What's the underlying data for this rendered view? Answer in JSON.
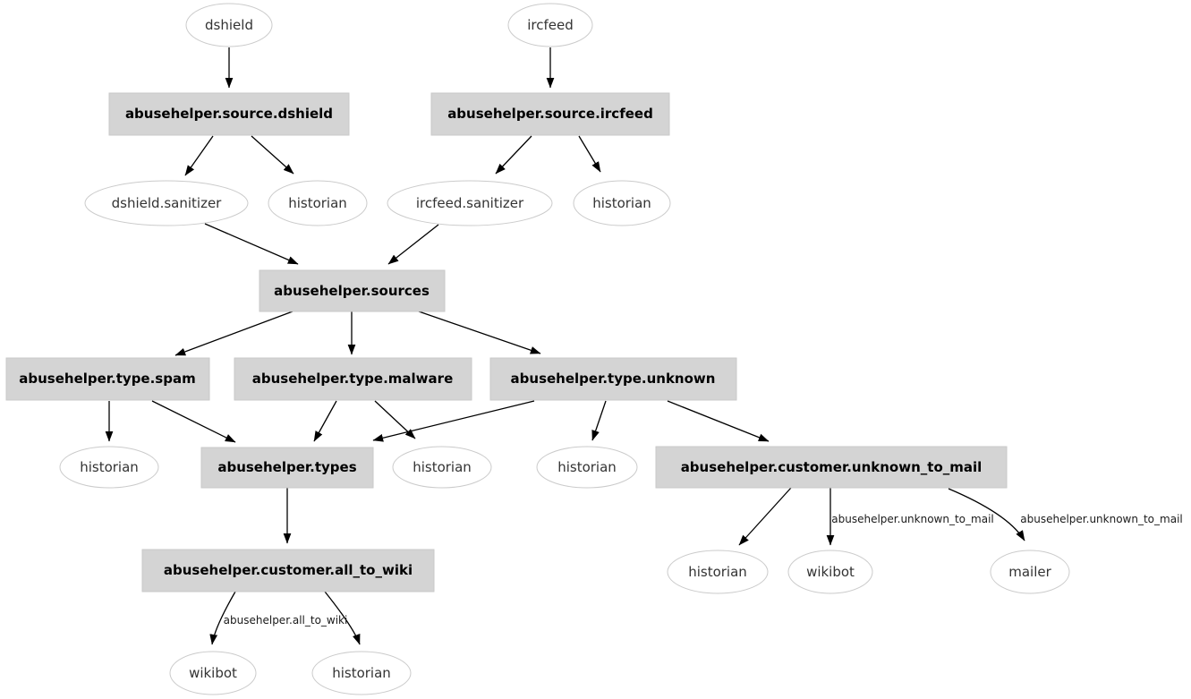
{
  "colors": {
    "background": "#ffffff",
    "box_fill": "#d4d4d4",
    "box_stroke": "#c9c9c9",
    "box_text": "#000000",
    "ellipse_fill": "#ffffff",
    "ellipse_stroke": "#cbcbcb",
    "ellipse_text": "#333333",
    "edge": "#000000",
    "edge_label_text": "#1a1a1a"
  },
  "nodes": {
    "feed_dshield": {
      "label": "dshield",
      "shape": "ellipse"
    },
    "feed_ircfeed": {
      "label": "ircfeed",
      "shape": "ellipse"
    },
    "source_dshield": {
      "label": "abusehelper.source.dshield",
      "shape": "box"
    },
    "source_ircfeed": {
      "label": "abusehelper.source.ircfeed",
      "shape": "box"
    },
    "dshield_sanitizer": {
      "label": "dshield.sanitizer",
      "shape": "ellipse"
    },
    "historian_src_dshield": {
      "label": "historian",
      "shape": "ellipse"
    },
    "ircfeed_sanitizer": {
      "label": "ircfeed.sanitizer",
      "shape": "ellipse"
    },
    "historian_src_ircfeed": {
      "label": "historian",
      "shape": "ellipse"
    },
    "sources": {
      "label": "abusehelper.sources",
      "shape": "box"
    },
    "type_spam": {
      "label": "abusehelper.type.spam",
      "shape": "box"
    },
    "type_malware": {
      "label": "abusehelper.type.malware",
      "shape": "box"
    },
    "type_unknown": {
      "label": "abusehelper.type.unknown",
      "shape": "box"
    },
    "historian_spam": {
      "label": "historian",
      "shape": "ellipse"
    },
    "types": {
      "label": "abusehelper.types",
      "shape": "box"
    },
    "historian_malware": {
      "label": "historian",
      "shape": "ellipse"
    },
    "historian_unknown": {
      "label": "historian",
      "shape": "ellipse"
    },
    "unknown_to_mail": {
      "label": "abusehelper.customer.unknown_to_mail",
      "shape": "box"
    },
    "historian_utm": {
      "label": "historian",
      "shape": "ellipse"
    },
    "wikibot_utm": {
      "label": "wikibot",
      "shape": "ellipse"
    },
    "mailer": {
      "label": "mailer",
      "shape": "ellipse"
    },
    "all_to_wiki": {
      "label": "abusehelper.customer.all_to_wiki",
      "shape": "box"
    },
    "wikibot_atw": {
      "label": "wikibot",
      "shape": "ellipse"
    },
    "historian_atw": {
      "label": "historian",
      "shape": "ellipse"
    }
  },
  "edges": [
    {
      "from": "feed_dshield",
      "to": "source_dshield",
      "label": ""
    },
    {
      "from": "feed_ircfeed",
      "to": "source_ircfeed",
      "label": ""
    },
    {
      "from": "source_dshield",
      "to": "dshield_sanitizer",
      "label": ""
    },
    {
      "from": "source_dshield",
      "to": "historian_src_dshield",
      "label": ""
    },
    {
      "from": "source_ircfeed",
      "to": "ircfeed_sanitizer",
      "label": ""
    },
    {
      "from": "source_ircfeed",
      "to": "historian_src_ircfeed",
      "label": ""
    },
    {
      "from": "dshield_sanitizer",
      "to": "sources",
      "label": ""
    },
    {
      "from": "ircfeed_sanitizer",
      "to": "sources",
      "label": ""
    },
    {
      "from": "sources",
      "to": "type_spam",
      "label": ""
    },
    {
      "from": "sources",
      "to": "type_malware",
      "label": ""
    },
    {
      "from": "sources",
      "to": "type_unknown",
      "label": ""
    },
    {
      "from": "type_spam",
      "to": "historian_spam",
      "label": ""
    },
    {
      "from": "type_spam",
      "to": "types",
      "label": ""
    },
    {
      "from": "type_malware",
      "to": "types",
      "label": ""
    },
    {
      "from": "type_malware",
      "to": "historian_malware",
      "label": ""
    },
    {
      "from": "type_unknown",
      "to": "types",
      "label": ""
    },
    {
      "from": "type_unknown",
      "to": "historian_unknown",
      "label": ""
    },
    {
      "from": "type_unknown",
      "to": "unknown_to_mail",
      "label": ""
    },
    {
      "from": "types",
      "to": "all_to_wiki",
      "label": ""
    },
    {
      "from": "unknown_to_mail",
      "to": "historian_utm",
      "label": ""
    },
    {
      "from": "unknown_to_mail",
      "to": "wikibot_utm",
      "label": "abusehelper.unknown_to_mail"
    },
    {
      "from": "unknown_to_mail",
      "to": "mailer",
      "label": "abusehelper.unknown_to_mail"
    },
    {
      "from": "all_to_wiki",
      "to": "wikibot_atw",
      "label": "abusehelper.all_to_wiki"
    },
    {
      "from": "all_to_wiki",
      "to": "historian_atw",
      "label": ""
    }
  ]
}
